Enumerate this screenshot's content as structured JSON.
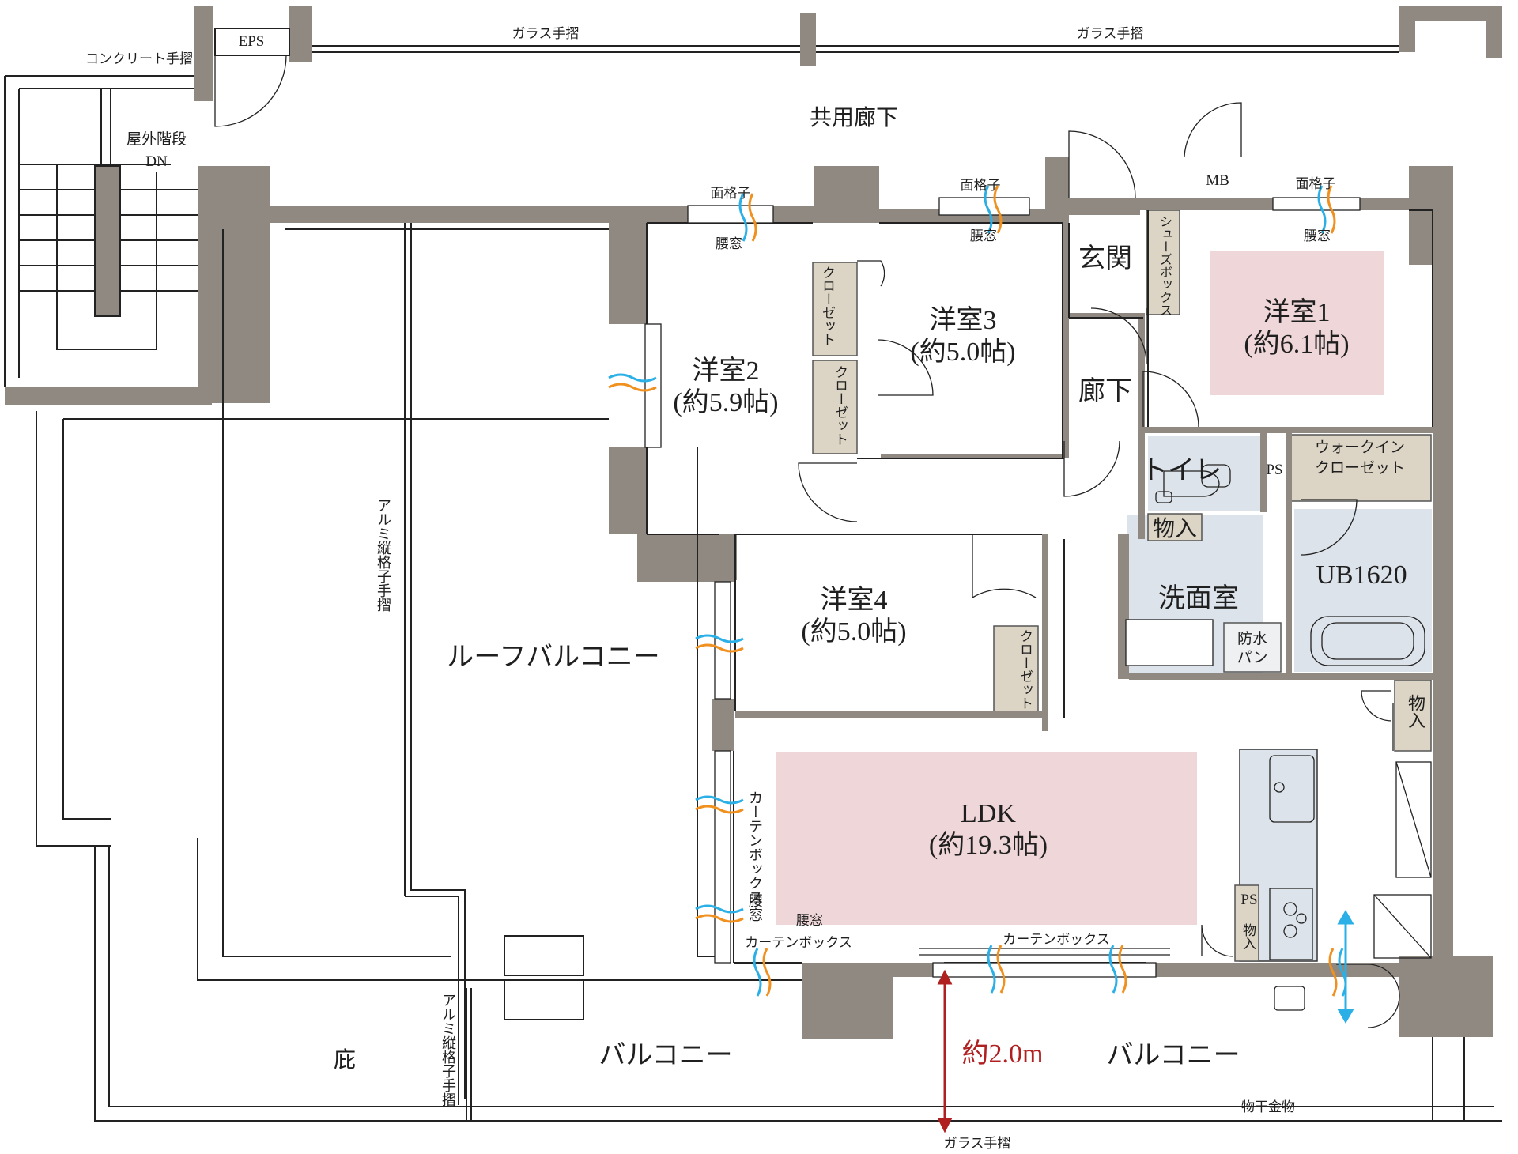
{
  "rooms": {
    "yoshitsu1": {
      "name": "洋室1",
      "size": "(約6.1帖)"
    },
    "yoshitsu2": {
      "name": "洋室2",
      "size": "(約5.9帖)"
    },
    "yoshitsu3": {
      "name": "洋室3",
      "size": "(約5.0帖)"
    },
    "yoshitsu4": {
      "name": "洋室4",
      "size": "(約5.0帖)"
    },
    "ldk": {
      "name": "LDK",
      "size": "(約19.3帖)"
    },
    "genkan": "玄関",
    "rouka": "廊下",
    "toilet": "トイレ",
    "senmen": "洗面室",
    "ub": "UB1620",
    "wic": [
      "ウォークイン",
      "クローゼット"
    ],
    "shoebox": "シューズボックス",
    "mb": "MB",
    "eps": "EPS",
    "ps1": "PS",
    "ps2": "PS",
    "mono1": "物入",
    "mono2": "物入",
    "mono3": "物入",
    "bousui": [
      "防水",
      "パン"
    ],
    "closet": "クローゼット",
    "roof_balcony": "ルーフバルコニー",
    "balcony": "バルコニー",
    "hisashi": "庇",
    "kyoyo": "共用廊下",
    "stairs": [
      "屋外階段",
      "DN"
    ]
  },
  "labels": {
    "glass_railing": "ガラス手摺",
    "concrete_railing": "コンクリート手摺",
    "alumi_railing": "アルミ縦格子手摺",
    "menkoshi": "面格子",
    "koshimado": "腰窓",
    "curtain_box": "カーテンボックス",
    "monohoshi": "物干金物",
    "depth": "約2.0m"
  },
  "colors": {
    "wall": "#8f8982",
    "room_highlight": "#efd6d8",
    "wet_area": "#dde3ea",
    "storage": "#dcd5c5",
    "dimension": "#b02020",
    "airflow_blue": "#2ab0e6",
    "airflow_orange": "#f0901e"
  }
}
